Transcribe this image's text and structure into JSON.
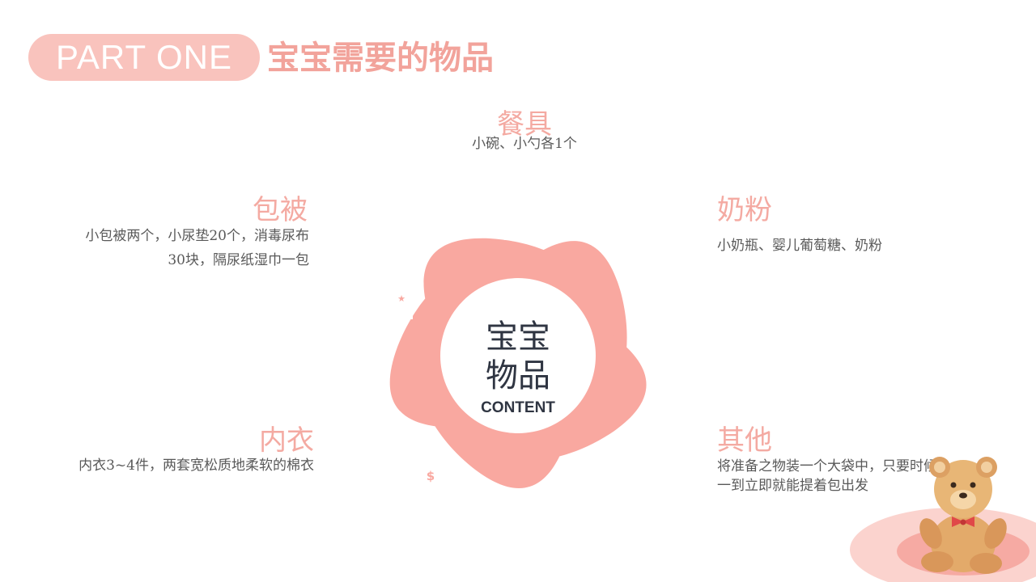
{
  "header": {
    "part_label": "PART ONE",
    "title": "宝宝需要的物品"
  },
  "items": {
    "canju": {
      "title": "餐具",
      "desc": "小碗、小勺各1个"
    },
    "baobei": {
      "title": "包被",
      "desc": "小包被两个，小尿垫20个，消毒尿布30块，隔尿纸湿巾一包"
    },
    "naifen": {
      "title": "奶粉",
      "desc": "小奶瓶、婴儿葡萄糖、奶粉"
    },
    "neiyi": {
      "title": "内衣",
      "desc": "内衣3~4件，两套宽松质地柔软的棉衣"
    },
    "qita": {
      "title": "其他",
      "desc": "将准备之物装一个大袋中，只要时候一到立即就能提着包出发"
    }
  },
  "center": {
    "line1": "宝宝",
    "line2": "物品",
    "line3": "CONTENT"
  },
  "colors": {
    "accent": "#f9a8a0",
    "pill": "#f9c3bd",
    "title_text": "#f2a39b",
    "body_text": "#595959",
    "center_text": "#2f3542"
  },
  "icons": [
    "growth-team-icon",
    "magnifier-person-icon",
    "gears-team-icon",
    "money-bag-hand-icon",
    "lightbulb-hand-icon",
    "teddy-bear-illustration"
  ]
}
